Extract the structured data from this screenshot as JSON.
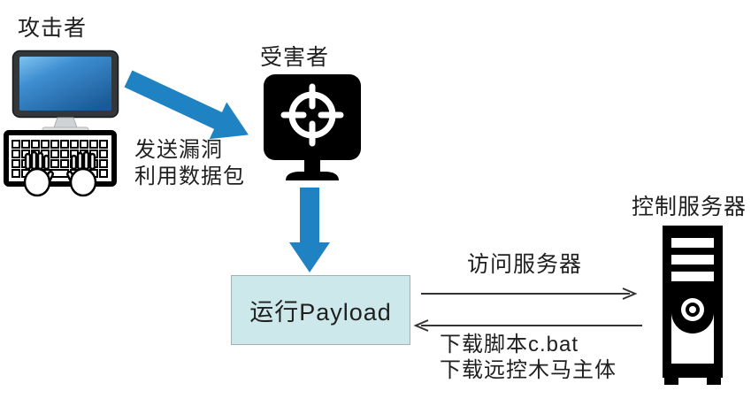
{
  "nodes": {
    "attacker": {
      "label": "攻击者"
    },
    "victim": {
      "label": "受害者"
    },
    "payload": {
      "label": "运行Payload"
    },
    "server": {
      "label": "控制服务器"
    }
  },
  "edges": {
    "exploit": {
      "lines": [
        "发送漏洞",
        "利用数据包"
      ]
    },
    "access": {
      "label": "访问服务器"
    },
    "download": {
      "lines": [
        "下载脚本c.bat",
        "下载远控木马主体"
      ]
    }
  },
  "icons": {
    "attacker_pc": "desktop-monitor-icon",
    "attacker_keyboard": "keyboard-typing-hands-icon",
    "victim_pc": "crosshair-target-monitor-icon",
    "control_server": "server-tower-icon"
  },
  "colors": {
    "arrow_blue": "#1e82c3",
    "payload_fill": "#cde8ea",
    "payload_border": "#9fb3b6",
    "line_color": "#333333",
    "text_color": "#1f1f1f",
    "icon_black": "#000000"
  }
}
